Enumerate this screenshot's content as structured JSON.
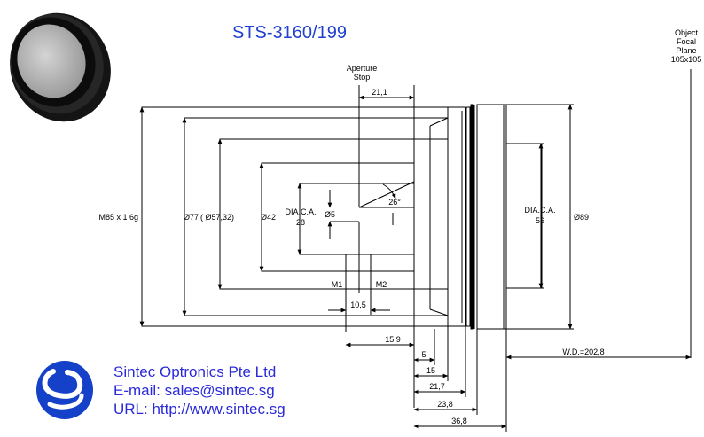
{
  "title": "STS-3160/199",
  "company": {
    "name": "Sintec Optronics Pte Ltd",
    "email": "E-mail: sales@sintec.sg",
    "url": "URL: http://www.sintec.sg"
  },
  "labels": {
    "aperture_stop_line1": "Aperture",
    "aperture_stop_line2": "Stop",
    "object_line1": "Object",
    "object_line2": "Focal",
    "object_line3": "Plane",
    "object_line4": "105x105",
    "thread": "M85 x 1  6g",
    "d77": "Ø77",
    "d5732": "( Ø57,32)",
    "d42": "Ø42",
    "dia_ca_28_line1": "DIA.C.A.",
    "dia_ca_28_line2": "28",
    "d5": "Ø5",
    "angle": "26°",
    "m1": "M1",
    "m2": "M2",
    "dia_ca_56_line1": "DIA.C.A.",
    "dia_ca_56_line2": "56",
    "d89": "Ø89",
    "dim_21_1": "21,1",
    "dim_10_5": "10,5",
    "dim_15_9": "15,9",
    "dim_5": "5",
    "dim_15": "15",
    "dim_21_7": "21,7",
    "dim_23_8": "23,8",
    "dim_36_8": "36,8",
    "wd": "W.D.=202,8"
  },
  "colors": {
    "title_blue": "#1f3fd0",
    "company_blue": "#2a2ad8",
    "logo_blue": "#1540c8"
  }
}
